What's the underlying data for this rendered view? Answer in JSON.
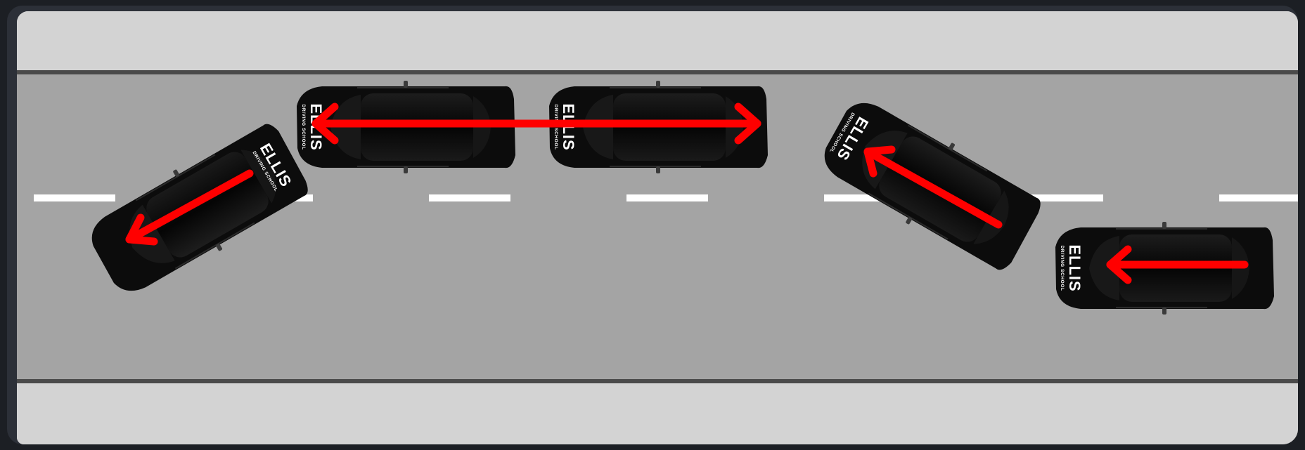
{
  "scene": {
    "description_title": "",
    "colors": {
      "pavement": "#d3d3d3",
      "road": "#a4a4a4",
      "curb": "#4a4a4a",
      "lane_marking": "#ffffff",
      "car_body": "#0c0c0c",
      "arrow": "#ff0000",
      "frame": "#2c3038"
    },
    "cars": [
      {
        "id": "car-1",
        "logo": "ELLIS",
        "sub": "DRIVING SCHOOL"
      },
      {
        "id": "car-2",
        "logo": "ELLIS",
        "sub": "DRIVING SCHOOL"
      },
      {
        "id": "car-3",
        "logo": "ELLIS",
        "sub": "DRIVING SCHOOL"
      },
      {
        "id": "car-4",
        "logo": "ELLIS",
        "sub": "DRIVING SCHOOL"
      },
      {
        "id": "car-5",
        "logo": "ELLIS",
        "sub": "DRIVING SCHOOL"
      }
    ],
    "arrows": [
      {
        "id": "arrow-exit-angle",
        "direction": "down-left"
      },
      {
        "id": "arrow-gap-double",
        "direction": "left-right"
      },
      {
        "id": "arrow-entry-angle",
        "direction": "up-left"
      },
      {
        "id": "arrow-approach",
        "direction": "left"
      }
    ]
  }
}
